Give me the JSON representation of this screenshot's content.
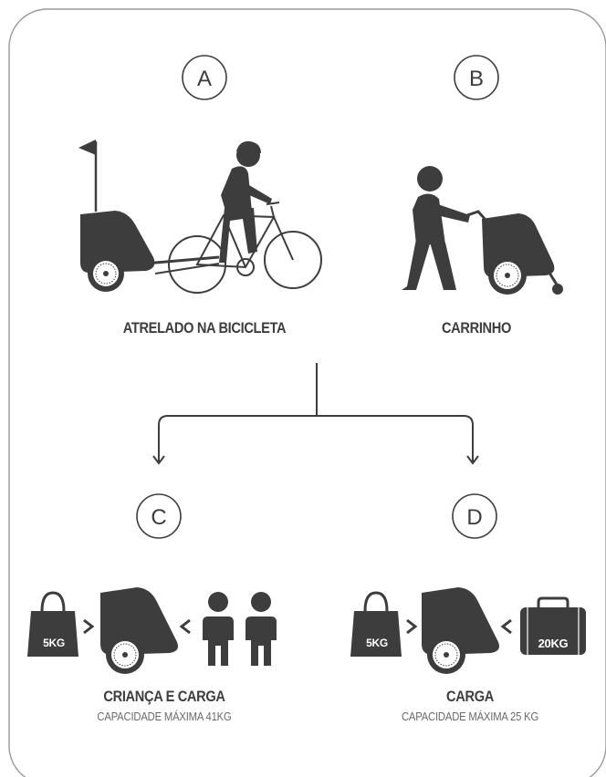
{
  "options": {
    "a": {
      "letter": "A",
      "label": "ATRELADO NA BICICLETA"
    },
    "b": {
      "letter": "B",
      "label": "CARRINHO"
    },
    "c": {
      "letter": "C",
      "label": "CRIANÇA E CARGA",
      "capacity": "CAPACIDADE MÁXIMA 41KG",
      "bag_weight": "5KG"
    },
    "d": {
      "letter": "D",
      "label": "CARGA",
      "capacity": "CAPACIDADE MÁXIMA 25 KG",
      "bag_weight": "5KG",
      "suitcase_weight": "20KG"
    }
  },
  "colors": {
    "ink": "#3d3d3d",
    "line": "#3d3d3d",
    "border": "#9a9a9a"
  }
}
